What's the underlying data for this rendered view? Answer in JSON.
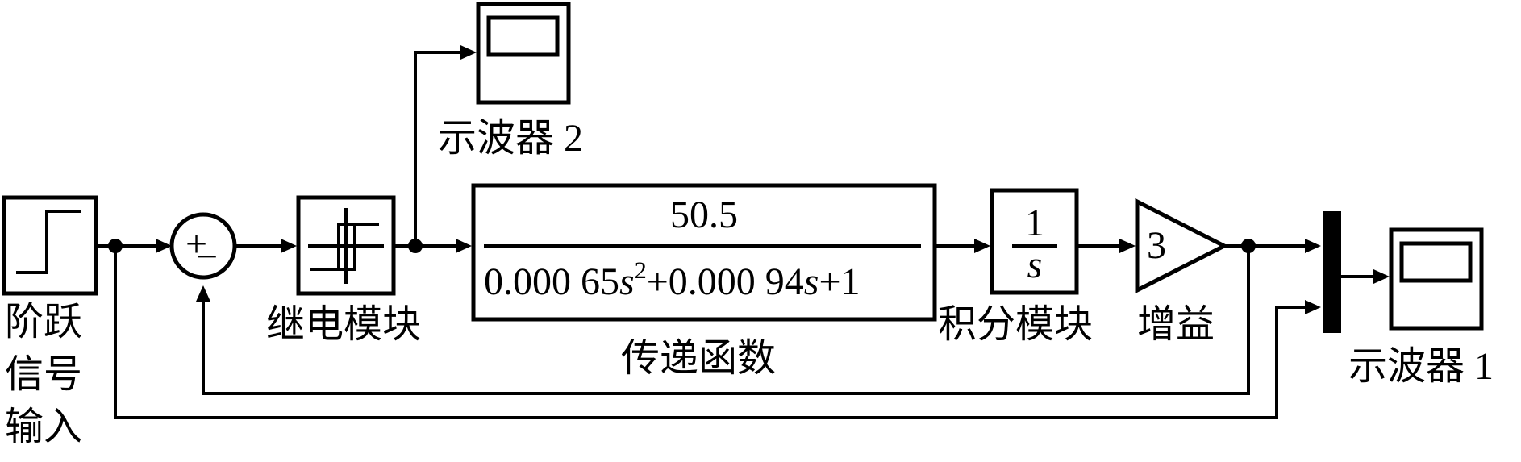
{
  "blocks": {
    "step": {
      "label_line1": "阶跃",
      "label_line2": "信号",
      "label_line3": "输入"
    },
    "sum": {
      "plus": "+",
      "minus": "−"
    },
    "relay": {
      "label": "继电模块"
    },
    "scope2": {
      "label": "示波器 2"
    },
    "transfer": {
      "numerator": "50.5",
      "den_part1": "0.000 65",
      "den_s1": "s",
      "den_exp": "2",
      "den_part2": "+0.000 94",
      "den_s2": "s",
      "den_part3": "+1",
      "label": "传递函数"
    },
    "integrator": {
      "numerator": "1",
      "denominator": "s",
      "label": "积分模块"
    },
    "gain": {
      "value": "3",
      "label": "增益"
    },
    "scope1": {
      "label": "示波器 1"
    }
  }
}
